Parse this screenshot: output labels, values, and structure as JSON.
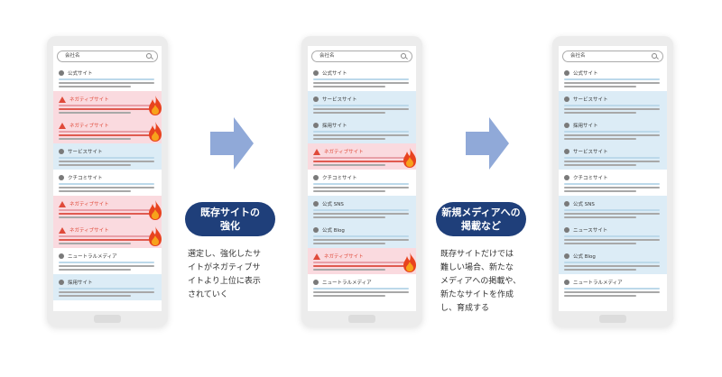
{
  "phones": [
    {
      "search_label": "会社名",
      "items": [
        {
          "type": "normal",
          "label": "公式サイト"
        },
        {
          "type": "negative",
          "label": "ネガティブサイト"
        },
        {
          "type": "negative",
          "label": "ネガティブサイト"
        },
        {
          "type": "company",
          "label": "サービスサイト"
        },
        {
          "type": "normal",
          "label": "クチコミサイト"
        },
        {
          "type": "negative",
          "label": "ネガティブサイト"
        },
        {
          "type": "negative",
          "label": "ネガティブサイト"
        },
        {
          "type": "normal",
          "label": "ニュートラルメディア"
        },
        {
          "type": "company",
          "label": "採用サイト"
        }
      ]
    },
    {
      "search_label": "会社名",
      "items": [
        {
          "type": "normal",
          "label": "公式サイト"
        },
        {
          "type": "company",
          "label": "サービスサイト"
        },
        {
          "type": "company",
          "label": "採用サイト"
        },
        {
          "type": "negative",
          "label": "ネガティブサイト"
        },
        {
          "type": "normal",
          "label": "クチコミサイト"
        },
        {
          "type": "company",
          "label": "公式 SNS"
        },
        {
          "type": "company",
          "label": "公式 Blog"
        },
        {
          "type": "negative",
          "label": "ネガティブサイト"
        },
        {
          "type": "normal",
          "label": "ニュートラルメディア"
        }
      ]
    },
    {
      "search_label": "会社名",
      "items": [
        {
          "type": "normal",
          "label": "公式サイト"
        },
        {
          "type": "company",
          "label": "サービスサイト"
        },
        {
          "type": "company",
          "label": "採用サイト"
        },
        {
          "type": "company",
          "label": "サービスサイト"
        },
        {
          "type": "normal",
          "label": "クチコミサイト"
        },
        {
          "type": "company",
          "label": "公式 SNS"
        },
        {
          "type": "company",
          "label": "ニュースサイト"
        },
        {
          "type": "company",
          "label": "公式 Blog"
        },
        {
          "type": "normal",
          "label": "ニュートラルメディア"
        }
      ]
    }
  ],
  "steps": [
    {
      "badge": [
        "既存サイトの",
        "強化"
      ],
      "description": [
        "選定し、強化したサ",
        "イトがネガティブサ",
        "イトより上位に表示",
        "されていく"
      ]
    },
    {
      "badge": [
        "新規メディアへの",
        "掲載など"
      ],
      "description": [
        "既存サイトだけでは",
        "難しい場合、新たな",
        "メディアへの掲載や、",
        "新たなサイトを作成",
        "し、育成する"
      ]
    }
  ],
  "colors": {
    "arrow": "#90a9d8",
    "badge": "#1f3f7a",
    "negative_bg": "#fadadf",
    "company_bg": "#dcecf6",
    "warning": "#e04a3a",
    "fire": "#e8431f"
  },
  "icons": {
    "search": "search-icon",
    "negative": "warning-icon",
    "fire": "fire-icon",
    "neutral": "dot-icon",
    "arrow": "right-arrow-icon"
  }
}
